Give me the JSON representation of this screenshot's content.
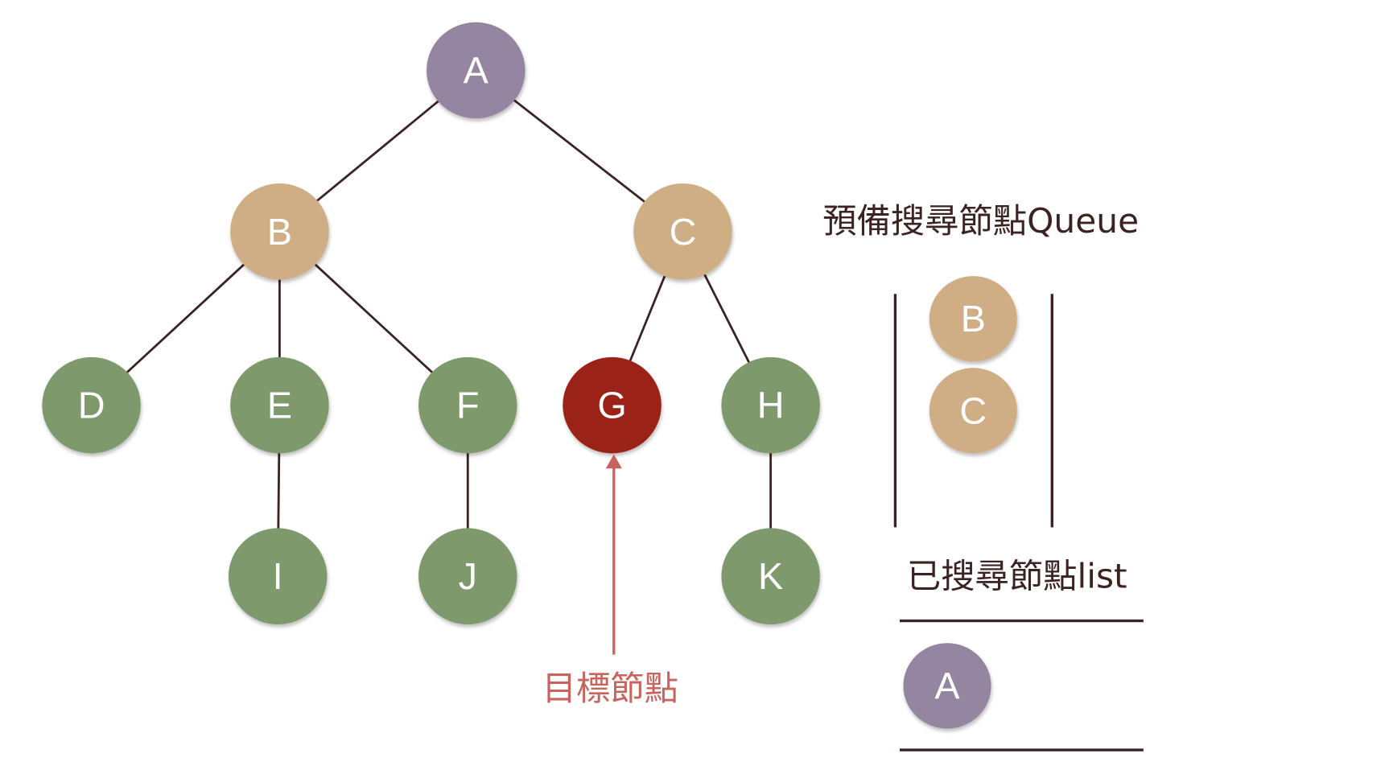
{
  "colors": {
    "root": "#9486a0",
    "level1": "#cfae85",
    "leaf": "#7e9a6c",
    "target": "#9b2318",
    "line": "#3a2320",
    "annotation": "#c8635e"
  },
  "tree": {
    "nodes": [
      {
        "id": "A",
        "label": "A",
        "kind": "root"
      },
      {
        "id": "B",
        "label": "B",
        "kind": "level1"
      },
      {
        "id": "C",
        "label": "C",
        "kind": "level1"
      },
      {
        "id": "D",
        "label": "D",
        "kind": "leaf"
      },
      {
        "id": "E",
        "label": "E",
        "kind": "leaf"
      },
      {
        "id": "F",
        "label": "F",
        "kind": "leaf"
      },
      {
        "id": "G",
        "label": "G",
        "kind": "target"
      },
      {
        "id": "H",
        "label": "H",
        "kind": "leaf"
      },
      {
        "id": "I",
        "label": "I",
        "kind": "leaf"
      },
      {
        "id": "J",
        "label": "J",
        "kind": "leaf"
      },
      {
        "id": "K",
        "label": "K",
        "kind": "leaf"
      }
    ],
    "edges": [
      [
        "A",
        "B"
      ],
      [
        "A",
        "C"
      ],
      [
        "B",
        "D"
      ],
      [
        "B",
        "E"
      ],
      [
        "B",
        "F"
      ],
      [
        "C",
        "G"
      ],
      [
        "C",
        "H"
      ],
      [
        "E",
        "I"
      ],
      [
        "F",
        "J"
      ],
      [
        "H",
        "K"
      ]
    ]
  },
  "target_label": "目標節點",
  "queue": {
    "title": "預備搜尋節點Queue",
    "items": [
      "B",
      "C"
    ]
  },
  "visited": {
    "title": "已搜尋節點list",
    "items": [
      "A"
    ]
  }
}
